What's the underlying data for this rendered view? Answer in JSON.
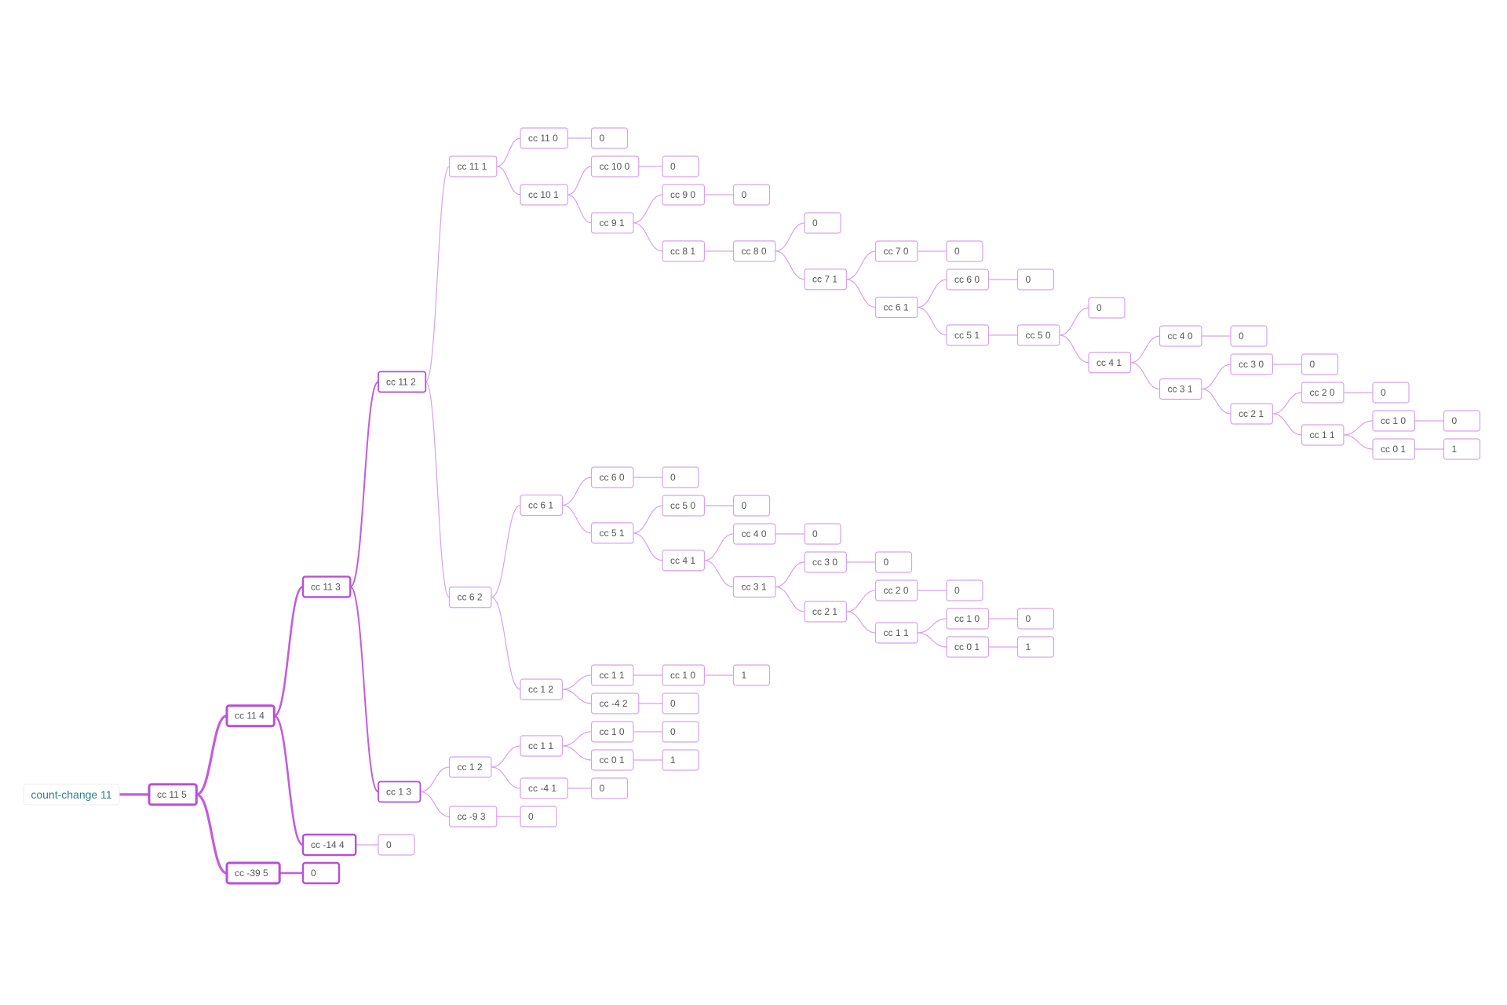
{
  "colors": {
    "root_text": "#2f7f8f",
    "edge": "#d9a0ee",
    "edge_main": "#c45cde",
    "box_border": "#d9a0ee",
    "box_border_main": "#b84fd6",
    "box_fill": "#ffffff",
    "label_text": "#555555"
  },
  "root": {
    "label": "count-change 11",
    "children": [
      {
        "label": "cc 11 5",
        "children": [
          {
            "label": "cc 11 4",
            "children": [
              {
                "label": "cc 11 3",
                "children": [
                  {
                    "label": "cc 11 2",
                    "children": [
                      {
                        "label": "cc 11 1",
                        "children": [
                          {
                            "label": "cc 11 0",
                            "children": [
                              {
                                "label": "0"
                              }
                            ]
                          },
                          {
                            "label": "cc 10 1",
                            "children": [
                              {
                                "label": "cc 10 0",
                                "children": [
                                  {
                                    "label": "0"
                                  }
                                ]
                              },
                              {
                                "label": "cc 9 1",
                                "children": [
                                  {
                                    "label": "cc 9 0",
                                    "children": [
                                      {
                                        "label": "0"
                                      }
                                    ]
                                  },
                                  {
                                    "label": "cc 8 1",
                                    "children": [
                                      {
                                        "label": "cc 8 0",
                                        "children": [
                                          {
                                            "label": "0"
                                          },
                                          {
                                            "label": "cc 7 1",
                                            "children": [
                                              {
                                                "label": "cc 7 0",
                                                "children": [
                                                  {
                                                    "label": "0"
                                                  }
                                                ]
                                              },
                                              {
                                                "label": "cc 6 1",
                                                "children": [
                                                  {
                                                    "label": "cc 6 0",
                                                    "children": [
                                                      {
                                                        "label": "0"
                                                      }
                                                    ]
                                                  },
                                                  {
                                                    "label": "cc 5 1",
                                                    "children": [
                                                      {
                                                        "label": "cc 5 0",
                                                        "children": [
                                                          {
                                                            "label": "0"
                                                          },
                                                          {
                                                            "label": "cc 4 1",
                                                            "children": [
                                                              {
                                                                "label": "cc 4 0",
                                                                "children": [
                                                                  {
                                                                    "label": "0"
                                                                  }
                                                                ]
                                                              },
                                                              {
                                                                "label": "cc 3 1",
                                                                "children": [
                                                                  {
                                                                    "label": "cc 3 0",
                                                                    "children": [
                                                                      {
                                                                        "label": "0"
                                                                      }
                                                                    ]
                                                                  },
                                                                  {
                                                                    "label": "cc 2 1",
                                                                    "children": [
                                                                      {
                                                                        "label": "cc 2 0",
                                                                        "children": [
                                                                          {
                                                                            "label": "0"
                                                                          }
                                                                        ]
                                                                      },
                                                                      {
                                                                        "label": "cc 1 1",
                                                                        "children": [
                                                                          {
                                                                            "label": "cc 1 0",
                                                                            "children": [
                                                                              {
                                                                                "label": "0"
                                                                              }
                                                                            ]
                                                                          },
                                                                          {
                                                                            "label": "cc 0 1",
                                                                            "children": [
                                                                              {
                                                                                "label": "1"
                                                                              }
                                                                            ]
                                                                          }
                                                                        ]
                                                                      }
                                                                    ]
                                                                  }
                                                                ]
                                                              }
                                                            ]
                                                          }
                                                        ]
                                                      }
                                                    ]
                                                  }
                                                ]
                                              }
                                            ]
                                          }
                                        ]
                                      }
                                    ]
                                  }
                                ]
                              }
                            ]
                          }
                        ]
                      },
                      {
                        "label": "cc 6 2",
                        "children": [
                          {
                            "label": "cc 6 1",
                            "children": [
                              {
                                "label": "cc 6 0",
                                "children": [
                                  {
                                    "label": "0"
                                  }
                                ]
                              },
                              {
                                "label": "cc 5 1",
                                "children": [
                                  {
                                    "label": "cc 5 0",
                                    "children": [
                                      {
                                        "label": "0"
                                      }
                                    ]
                                  },
                                  {
                                    "label": "cc 4 1",
                                    "children": [
                                      {
                                        "label": "cc 4 0",
                                        "children": [
                                          {
                                            "label": "0"
                                          }
                                        ]
                                      },
                                      {
                                        "label": "cc 3 1",
                                        "children": [
                                          {
                                            "label": "cc 3 0",
                                            "children": [
                                              {
                                                "label": "0"
                                              }
                                            ]
                                          },
                                          {
                                            "label": "cc 2 1",
                                            "children": [
                                              {
                                                "label": "cc 2 0",
                                                "children": [
                                                  {
                                                    "label": "0"
                                                  }
                                                ]
                                              },
                                              {
                                                "label": "cc 1 1",
                                                "children": [
                                                  {
                                                    "label": "cc 1 0",
                                                    "children": [
                                                      {
                                                        "label": "0"
                                                      }
                                                    ]
                                                  },
                                                  {
                                                    "label": "cc 0 1",
                                                    "children": [
                                                      {
                                                        "label": "1"
                                                      }
                                                    ]
                                                  }
                                                ]
                                              }
                                            ]
                                          }
                                        ]
                                      }
                                    ]
                                  }
                                ]
                              }
                            ]
                          },
                          {
                            "label": "cc 1 2",
                            "children": [
                              {
                                "label": "cc 1 1",
                                "children": [
                                  {
                                    "label": "cc 1 0",
                                    "children": [
                                      {
                                        "label": "1"
                                      }
                                    ]
                                  }
                                ]
                              },
                              {
                                "label": "cc -4 2",
                                "children": [
                                  {
                                    "label": "0"
                                  }
                                ]
                              }
                            ]
                          }
                        ]
                      }
                    ]
                  },
                  {
                    "label": "cc 1 3",
                    "children": [
                      {
                        "label": "cc 1 2",
                        "children": [
                          {
                            "label": "cc 1 1",
                            "children": [
                              {
                                "label": "cc 1 0",
                                "children": [
                                  {
                                    "label": "0"
                                  }
                                ]
                              },
                              {
                                "label": "cc 0 1",
                                "children": [
                                  {
                                    "label": "1"
                                  }
                                ]
                              }
                            ]
                          },
                          {
                            "label": "cc -4 1",
                            "children": [
                              {
                                "label": "0"
                              }
                            ]
                          }
                        ]
                      },
                      {
                        "label": "cc -9 3",
                        "children": [
                          {
                            "label": "0"
                          }
                        ]
                      }
                    ]
                  }
                ]
              },
              {
                "label": "cc -14 4",
                "children": [
                  {
                    "label": "0"
                  }
                ]
              }
            ]
          },
          {
            "label": "cc -39 5",
            "children": [
              {
                "label": "0"
              }
            ]
          }
        ]
      }
    ]
  }
}
